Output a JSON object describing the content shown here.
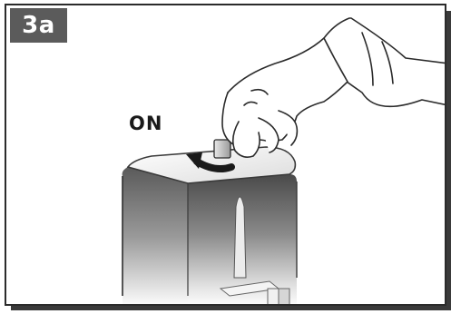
{
  "step": {
    "label": "3a"
  },
  "instruction": {
    "state_label": "ON"
  },
  "illustration": {
    "device-icon": "device-with-rotating-knob",
    "hand-icon": "hand-turning-knob",
    "arrow-icon": "rotate-arrow",
    "colors": {
      "badge_bg": "#5b5b5b",
      "frame_border": "#2b2b2b",
      "device_dark": "#5a5a5a",
      "device_light": "#ffffff"
    }
  }
}
